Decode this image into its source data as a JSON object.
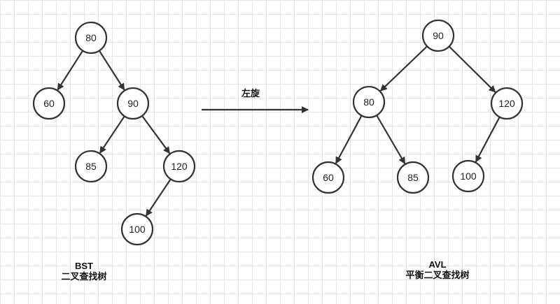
{
  "bst": {
    "nodes": [
      {
        "id": "bst-80",
        "label": "80"
      },
      {
        "id": "bst-60",
        "label": "60"
      },
      {
        "id": "bst-90",
        "label": "90"
      },
      {
        "id": "bst-85",
        "label": "85"
      },
      {
        "id": "bst-120",
        "label": "120"
      },
      {
        "id": "bst-100",
        "label": "100"
      }
    ],
    "edges": [
      [
        "bst-80",
        "bst-60"
      ],
      [
        "bst-80",
        "bst-90"
      ],
      [
        "bst-90",
        "bst-85"
      ],
      [
        "bst-90",
        "bst-120"
      ],
      [
        "bst-120",
        "bst-100"
      ]
    ],
    "caption_line1": "BST",
    "caption_line2": "二叉查找树"
  },
  "transition": {
    "label": "左旋"
  },
  "avl": {
    "nodes": [
      {
        "id": "avl-90",
        "label": "90"
      },
      {
        "id": "avl-80",
        "label": "80"
      },
      {
        "id": "avl-120",
        "label": "120"
      },
      {
        "id": "avl-60",
        "label": "60"
      },
      {
        "id": "avl-85",
        "label": "85"
      },
      {
        "id": "avl-100",
        "label": "100"
      }
    ],
    "edges": [
      [
        "avl-90",
        "avl-80"
      ],
      [
        "avl-90",
        "avl-120"
      ],
      [
        "avl-80",
        "avl-60"
      ],
      [
        "avl-80",
        "avl-85"
      ],
      [
        "avl-120",
        "avl-100"
      ]
    ],
    "caption_line1": "AVL",
    "caption_line2": "平衡二叉查找树"
  },
  "colors": {
    "stroke": "#333333",
    "node_fill": "#ffffff",
    "grid": "#e6e6e6"
  }
}
